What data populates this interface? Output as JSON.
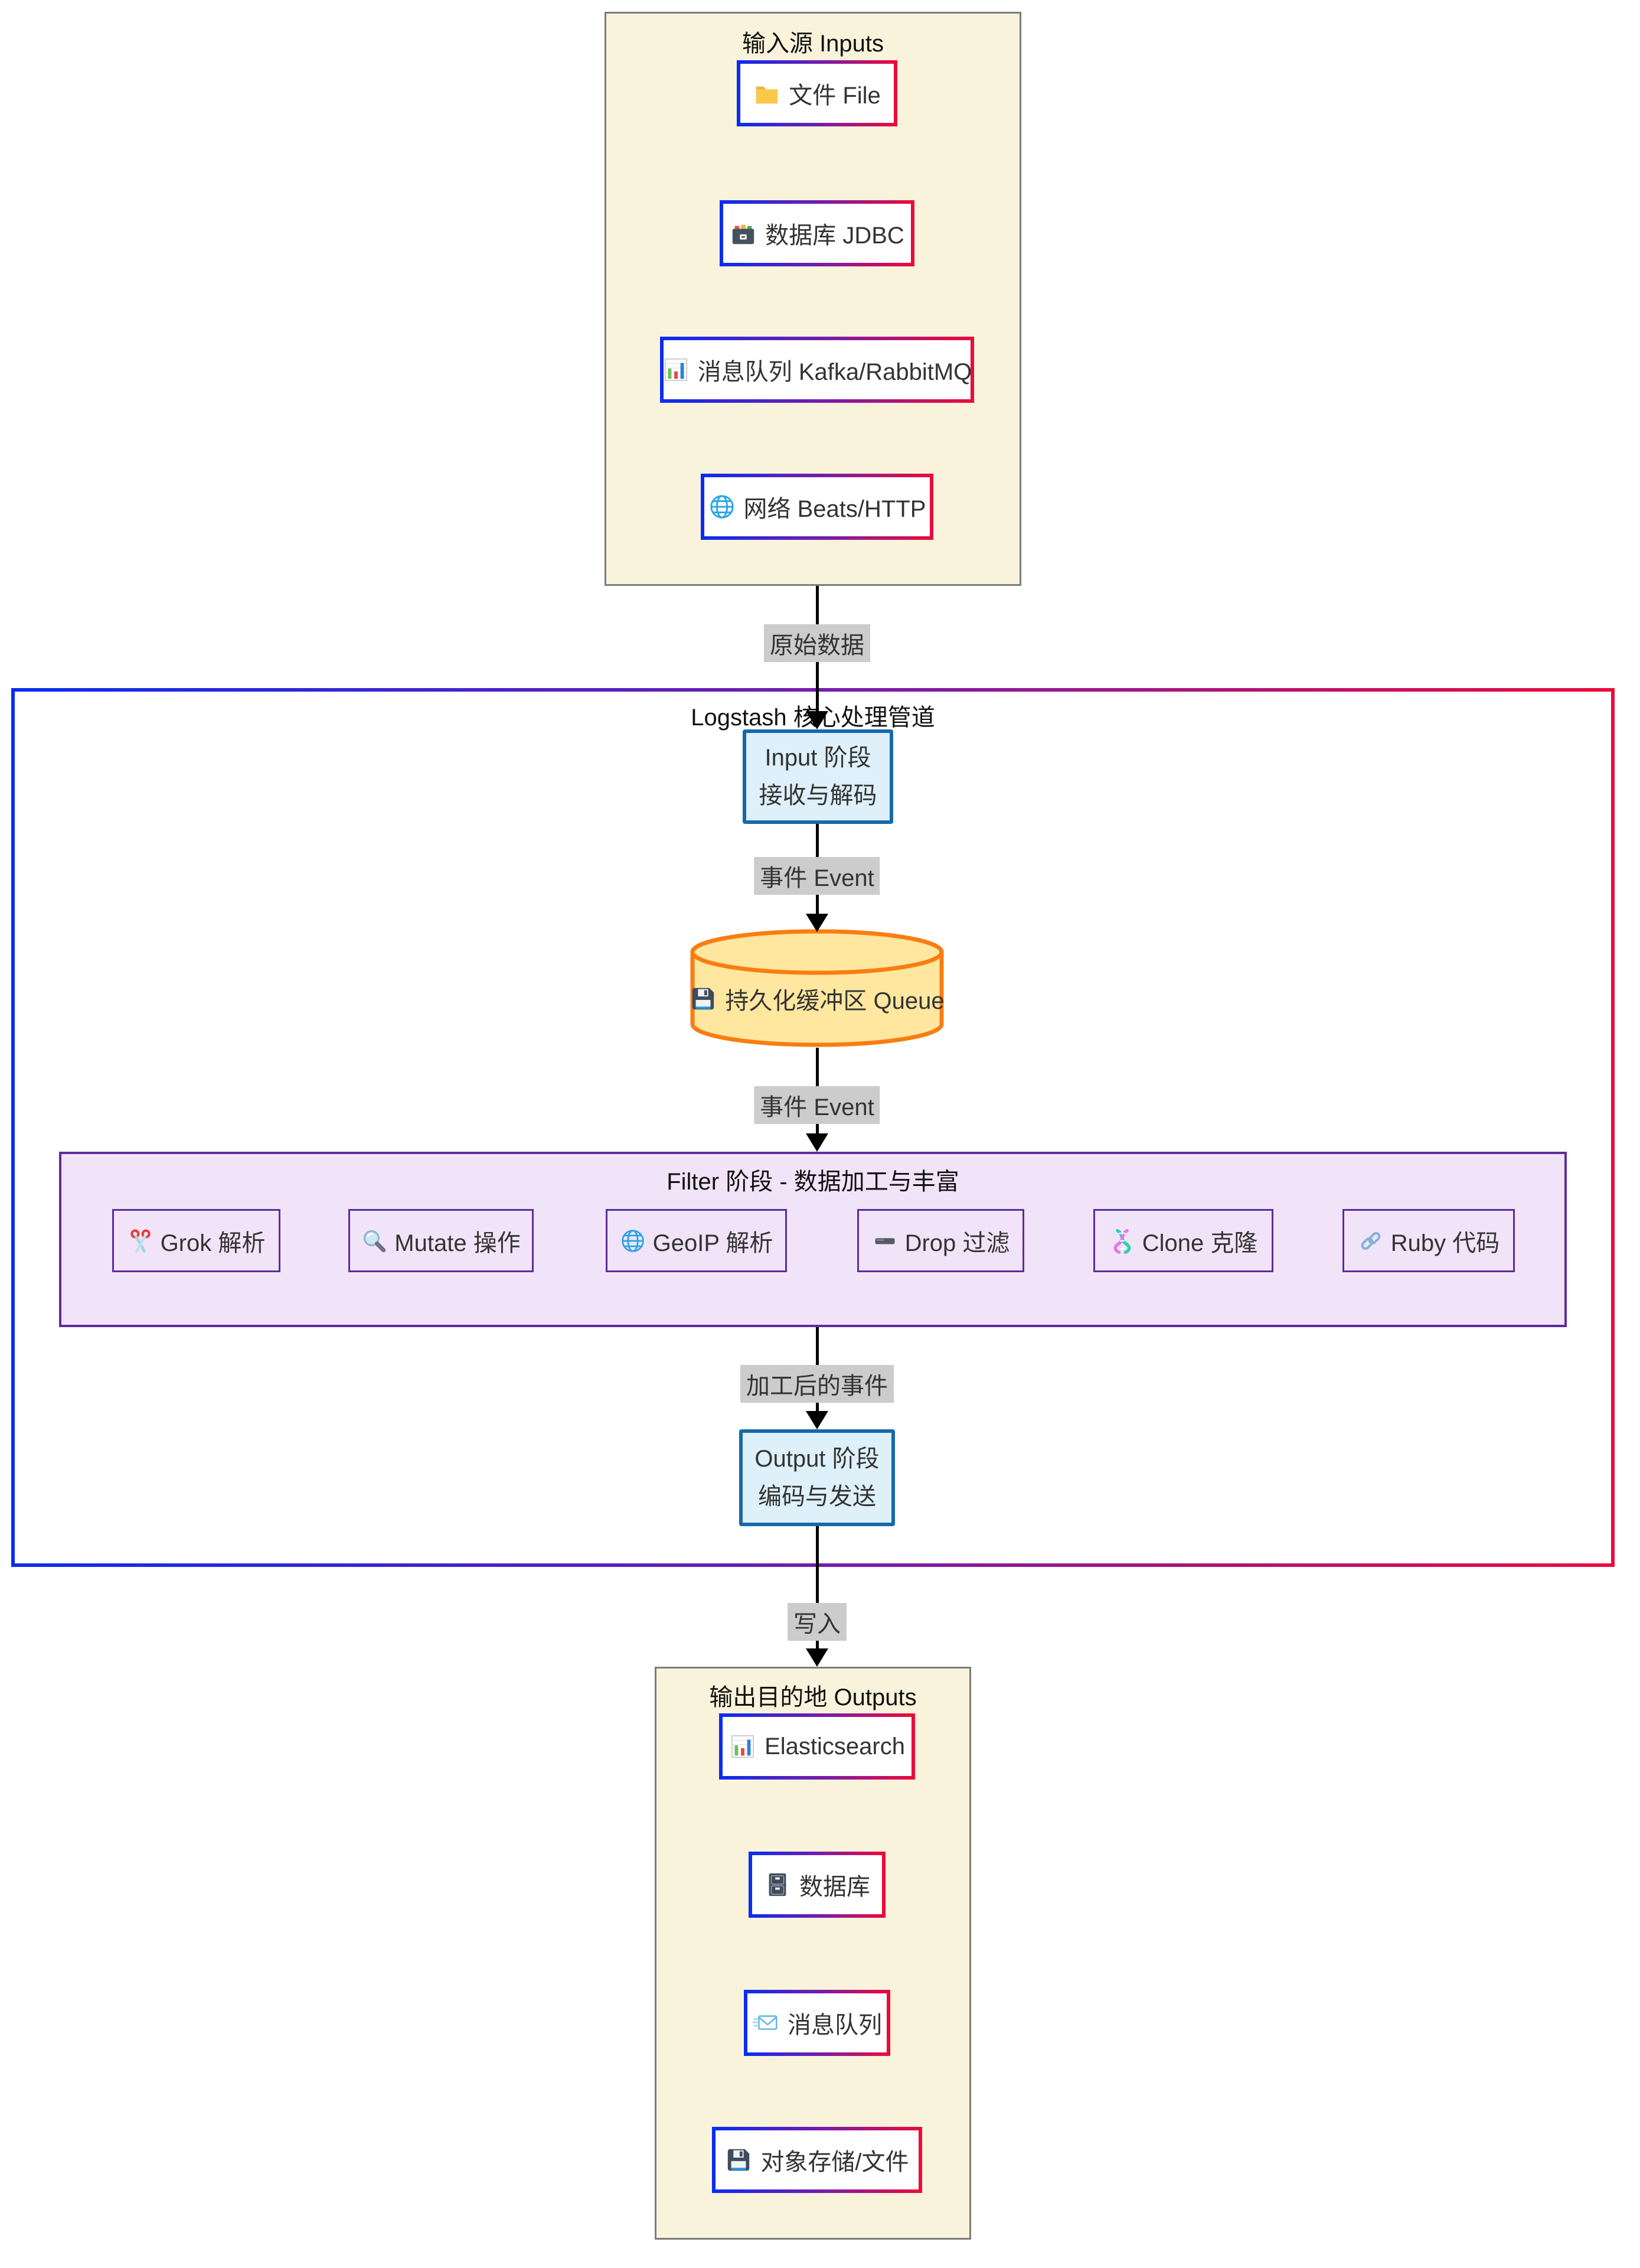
{
  "diagram": {
    "inputs_group": {
      "title": "输入源 Inputs",
      "nodes": [
        {
          "icon": "folder-icon",
          "label": "文件 File"
        },
        {
          "icon": "card-box-icon",
          "label": "数据库 JDBC"
        },
        {
          "icon": "bar-chart-icon",
          "label": "消息队列 Kafka/RabbitMQ"
        },
        {
          "icon": "globe-icon",
          "label": "网络 Beats/HTTP"
        }
      ]
    },
    "edges": {
      "raw_data": "原始数据",
      "event1": "事件 Event",
      "event2": "事件 Event",
      "processed": "加工后的事件",
      "write": "写入"
    },
    "pipeline": {
      "title": "Logstash 核心处理管道",
      "input_stage": {
        "line1": "Input 阶段",
        "line2": "接收与解码"
      },
      "queue": {
        "icon": "floppy-icon",
        "label": "持久化缓冲区 Queue"
      },
      "filter_group": {
        "title": "Filter 阶段 - 数据加工与丰富",
        "nodes": [
          {
            "icon": "scissors-icon",
            "label": "Grok 解析"
          },
          {
            "icon": "magnifier-icon",
            "label": "Mutate 操作"
          },
          {
            "icon": "globe-icon",
            "label": "GeoIP 解析"
          },
          {
            "icon": "minus-icon",
            "label": "Drop 过滤"
          },
          {
            "icon": "dna-icon",
            "label": "Clone 克隆"
          },
          {
            "icon": "link-icon",
            "label": "Ruby 代码"
          }
        ]
      },
      "output_stage": {
        "line1": "Output 阶段",
        "line2": "编码与发送"
      }
    },
    "outputs_group": {
      "title": "输出目的地 Outputs",
      "nodes": [
        {
          "icon": "bar-chart-icon",
          "label": "Elasticsearch"
        },
        {
          "icon": "file-cabinet-icon",
          "label": "数据库"
        },
        {
          "icon": "envelope-icon",
          "label": "消息队列"
        },
        {
          "icon": "floppy-icon",
          "label": "对象存储/文件"
        }
      ]
    },
    "colors": {
      "node_border_gradient_start": "#0b2cf2",
      "node_border_gradient_mid": "#7c1ba6",
      "node_border_gradient_end": "#ec0a3c",
      "stage_fill": "#def0f9",
      "stage_border": "#1769a9",
      "queue_fill": "#ffe7a0",
      "queue_border": "#f97d11",
      "filter_fill": "#f2e4f8",
      "filter_border": "#5d2c9c",
      "group_fill": "#faf3dc",
      "group_border": "#7c7c7c",
      "edge_label_bg": "#cccccc",
      "arrow_color": "#000000"
    }
  }
}
